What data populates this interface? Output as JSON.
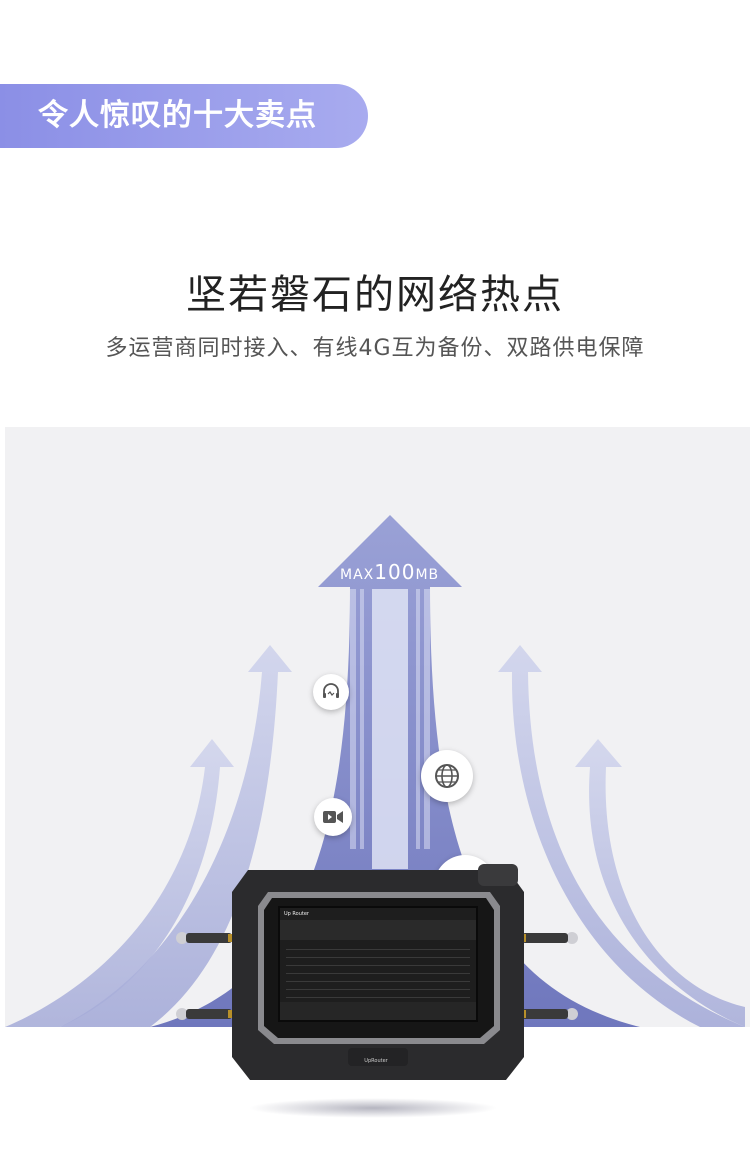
{
  "badge": {
    "label": "令人惊叹的十大卖点"
  },
  "feature": {
    "title": "坚若磐石的网络热点",
    "subtitle": "多运营商同时接入、有线4G互为备份、双路供电保障"
  },
  "diagram": {
    "max_prefix": "MAX",
    "max_value": "100",
    "max_unit": "MB",
    "icons": [
      "headset-icon",
      "globe-icon",
      "video-icon",
      "folder-icon"
    ],
    "colors": {
      "arrow_main": "#7d85c4",
      "arrow_light": "#c4c9e6",
      "panel_bg": "#f1f1f3",
      "badge": "#8b8fe6"
    }
  },
  "device": {
    "brand": "UpRouter",
    "screen_title": "Up Router"
  }
}
